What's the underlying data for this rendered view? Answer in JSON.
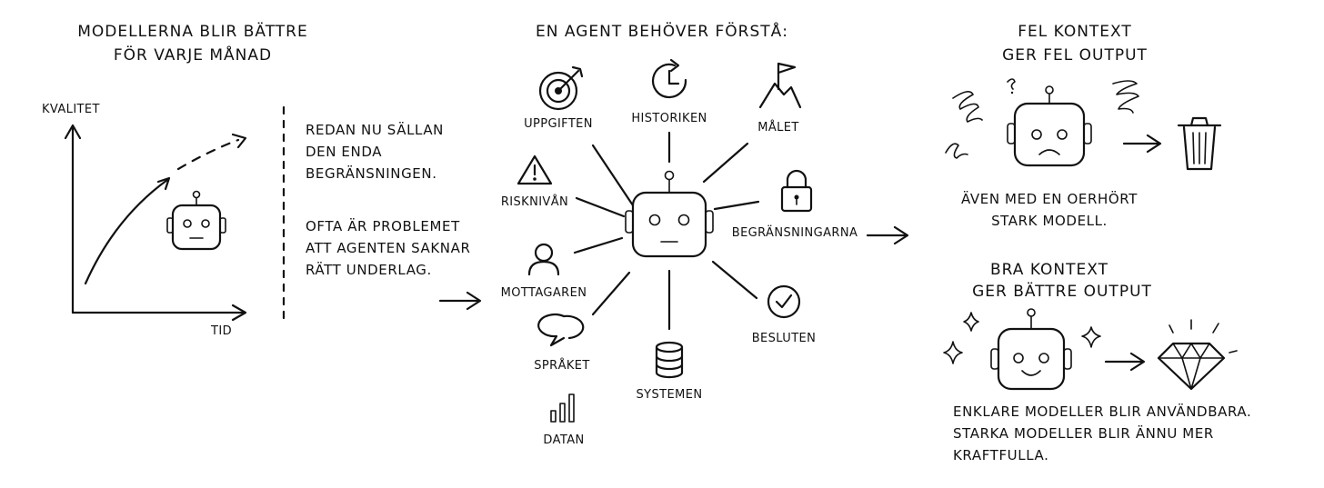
{
  "left": {
    "title_line1": "MODELLERNA BLIR BÄTTRE",
    "title_line2": "FÖR VARJE MÅNAD",
    "y_axis_label": "KVALITET",
    "x_axis_label": "TID",
    "note1": [
      "REDAN NU SÄLLAN",
      "DEN ENDA",
      "BEGRÄNSNINGEN."
    ],
    "note2": [
      "OFTA ÄR PROBLEMET",
      "ATT AGENTEN SAKNAR",
      "RÄTT UNDERLAG."
    ]
  },
  "middle": {
    "title": "EN AGENT BEHÖVER FÖRSTÅ:",
    "items": [
      {
        "label": "UPPGIFTEN",
        "icon": "target-icon"
      },
      {
        "label": "HISTORIKEN",
        "icon": "clock-icon"
      },
      {
        "label": "MÅLET",
        "icon": "flag-mountain-icon"
      },
      {
        "label": "RISKNIVÅN",
        "icon": "warning-icon"
      },
      {
        "label": "BEGRÄNSNINGARNA",
        "icon": "lock-icon"
      },
      {
        "label": "MOTTAGAREN",
        "icon": "person-icon"
      },
      {
        "label": "BESLUTEN",
        "icon": "check-circle-icon"
      },
      {
        "label": "SPRÅKET",
        "icon": "speech-bubble-icon"
      },
      {
        "label": "SYSTEMEN",
        "icon": "database-icon"
      },
      {
        "label": "DATAN",
        "icon": "bar-chart-icon"
      }
    ]
  },
  "right": {
    "bad_title1": "FEL KONTEXT",
    "bad_title2": "GER FEL OUTPUT",
    "bad_caption1": "ÄVEN MED EN OERHÖRT",
    "bad_caption2": "STARK MODELL.",
    "good_title1": "BRA KONTEXT",
    "good_title2": "GER BÄTTRE OUTPUT",
    "good_caption": [
      "ENKLARE MODELLER BLIR ANVÄNDBARA.",
      "STARKA MODELLER BLIR ÄNNU MER",
      "KRAFTFULLA."
    ]
  }
}
